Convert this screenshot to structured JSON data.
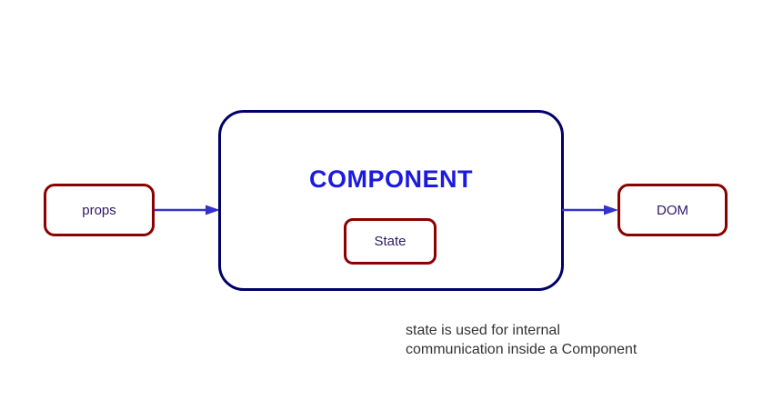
{
  "diagram": {
    "title": "COMPONENT",
    "nodes": {
      "props": {
        "label": "props"
      },
      "state": {
        "label": "State"
      },
      "dom": {
        "label": "DOM"
      }
    },
    "arrows": {
      "props_to_component": {
        "icon": "arrow-right-icon"
      },
      "component_to_dom": {
        "icon": "arrow-right-icon"
      }
    },
    "caption": "state is used for internal\ncommunication inside a Component",
    "colors": {
      "node_border": "#8b0000",
      "node_text": "#2b1a66",
      "component_border": "#000066",
      "component_title": "#1a1ae0",
      "arrow": "#3333cc",
      "caption_text": "#333333",
      "background": "#ffffff"
    }
  }
}
